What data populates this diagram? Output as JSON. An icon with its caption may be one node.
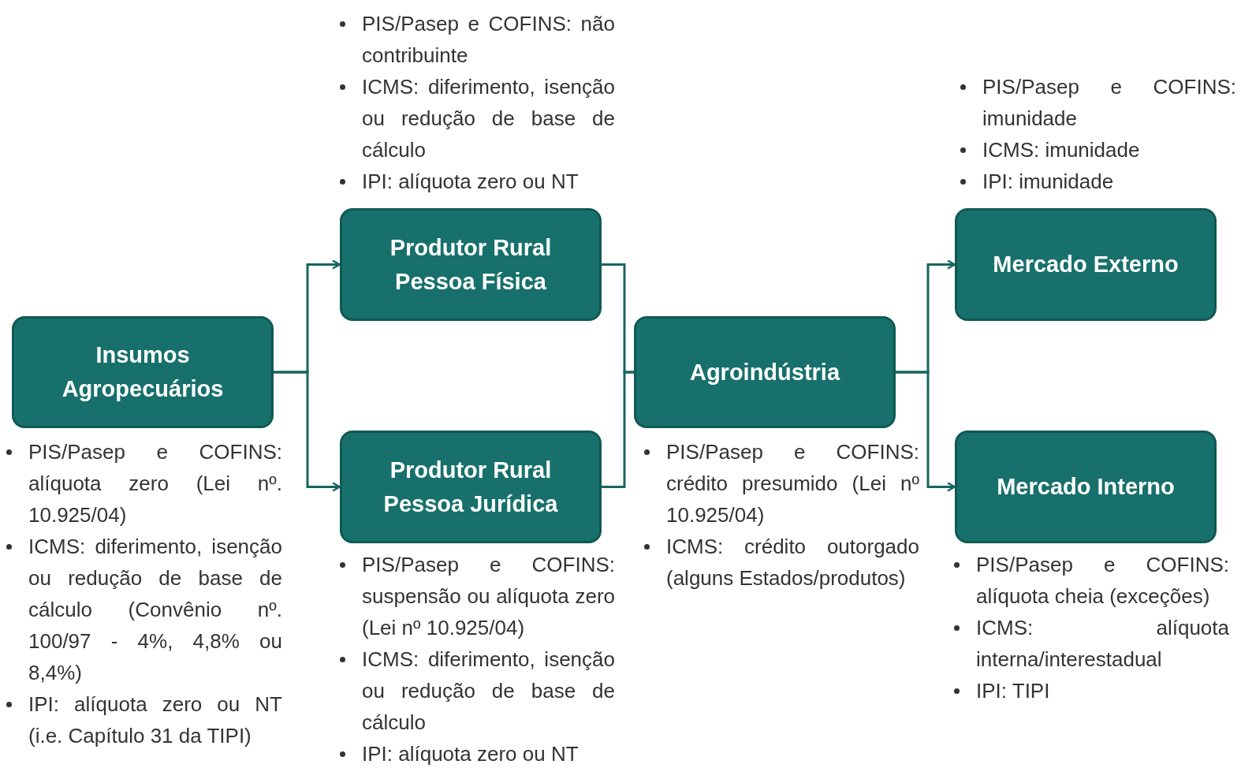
{
  "diagram": {
    "nodes": [
      {
        "text": [
          "Insumos Agropecuários"
        ],
        "beside": [
          "PIS/Pasep e COFINS: alíquota zero (Lei nº. 10.925/04)",
          "ICMS: diferimento, isenção ou redução de base de cálculo (Convênio nº. 100/97 - 4%, 4,8% ou 8,4%)",
          "IPI: alíquota zero ou NT (i.e. Capítulo 31 da TIPI)"
        ]
      },
      {
        "text": [
          "Produtor Rural Pessoa Física"
        ],
        "beside": [
          "PIS/Pasep e COFINS: não contribuinte",
          "ICMS: diferimento, isenção ou redução de base de cálculo",
          "IPI: alíquota zero ou NT"
        ]
      },
      {
        "text": [
          "Produtor Rural Pessoa Jurídica"
        ],
        "beside": [
          "PIS/Pasep e COFINS: suspensão ou alíquota zero (Lei nº 10.925/04)",
          "ICMS: diferimento, isenção ou redução de base de cálculo",
          "IPI: alíquota zero ou NT"
        ]
      },
      {
        "text": [
          "Agroindústria"
        ],
        "beside": [
          "PIS/Pasep e COFINS: crédito presumido (Lei nº 10.925/04)",
          "ICMS: crédito outorgado (alguns Estados/produtos)"
        ]
      },
      {
        "text": [
          "Mercado Externo"
        ],
        "beside": [
          "PIS/Pasep e COFINS: imunidade",
          "ICMS: imunidade",
          "IPI: imunidade"
        ]
      },
      {
        "text": [
          "Mercado Interno"
        ],
        "beside": [
          "PIS/Pasep e COFINS: alíquota cheia (exceções)",
          "ICMS: alíquota interna/interestadual",
          "IPI: TIPI"
        ]
      }
    ],
    "edges": [
      {
        "from": 0,
        "to": 1,
        "arrow": "to"
      },
      {
        "from": 0,
        "to": 2,
        "arrow": "to"
      },
      {
        "from": 1,
        "to": 3,
        "arrow": "none"
      },
      {
        "from": 2,
        "to": 3,
        "arrow": "none"
      },
      {
        "from": 3,
        "to": 4,
        "arrow": "to"
      },
      {
        "from": 3,
        "to": 5,
        "arrow": "to"
      }
    ]
  }
}
